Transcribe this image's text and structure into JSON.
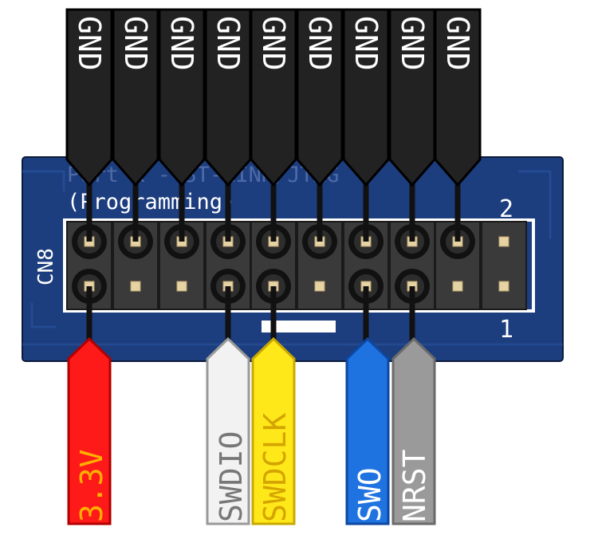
{
  "board": {
    "title_line1": "Port K - ST-LINK/JTAG",
    "title_line2": "(Programming)",
    "connector_label": "CN8",
    "pin_label_top": "2",
    "pin_label_bottom": "1"
  },
  "top_labels": [
    "GND",
    "GND",
    "GND",
    "GND",
    "GND",
    "GND",
    "GND",
    "GND",
    "GND"
  ],
  "bottom_labels": {
    "v33": "3.3V",
    "swdio": "SWDIO",
    "swdclk": "SWDCLK",
    "swo": "SWO",
    "nrst": "NRST"
  },
  "colors": {
    "board": "#1c3d7e",
    "black_tag": "#222222",
    "v33": "#ff1a1a",
    "swdio": "#f2f2f2",
    "swdclk": "#ffe81a",
    "swo": "#1f73e0",
    "nrst": "#9a9a9a"
  }
}
